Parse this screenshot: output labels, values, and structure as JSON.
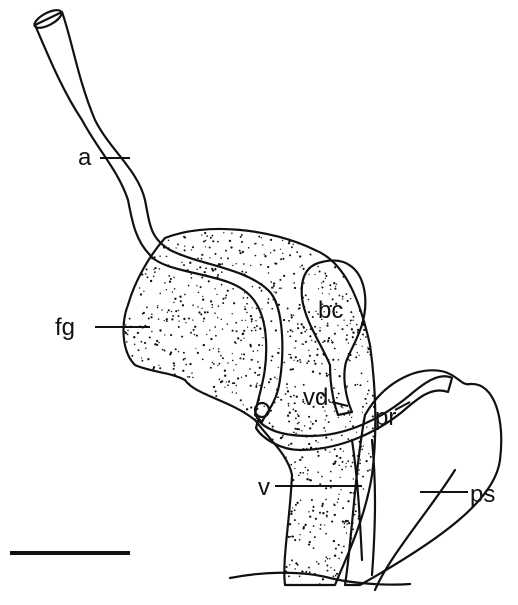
{
  "labels": {
    "a": "a",
    "fg": "fg",
    "bc": "bc",
    "vd": "vd",
    "pr": "pr",
    "v": "v",
    "ps": "ps"
  },
  "colors": {
    "ink": "#111111",
    "background": "#ffffff"
  }
}
